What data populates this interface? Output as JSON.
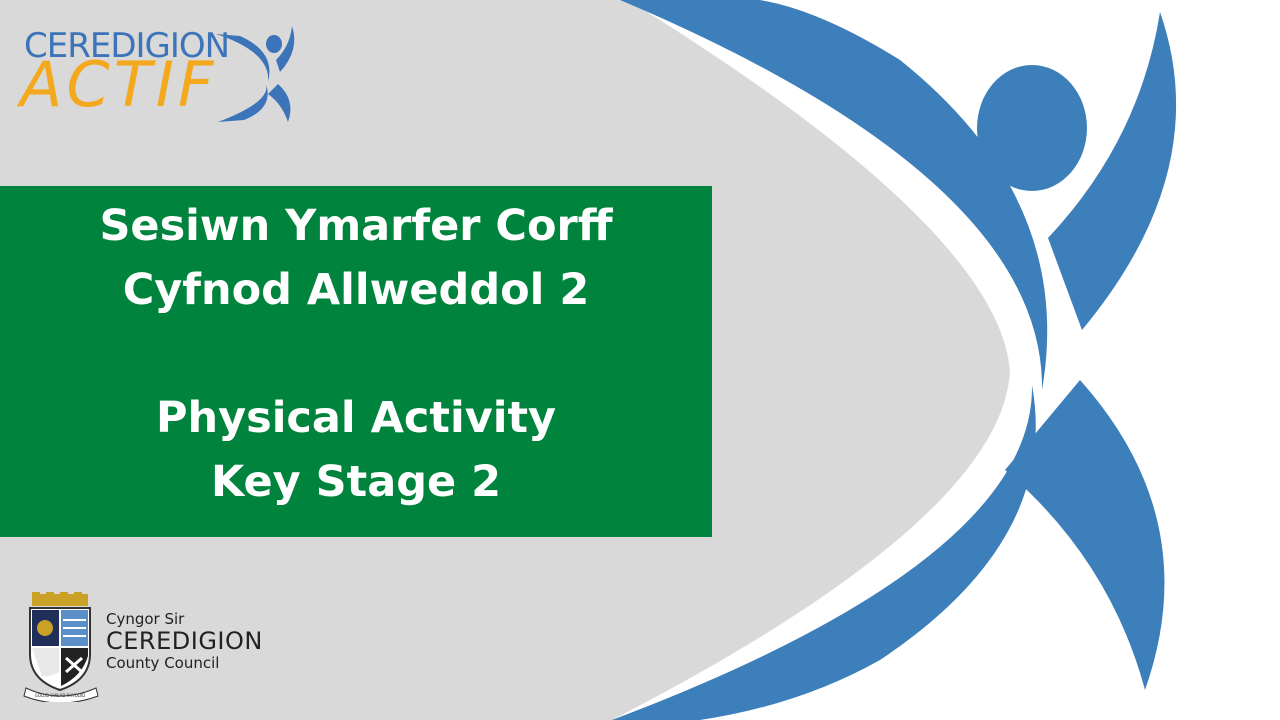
{
  "colors": {
    "grey_bg": "#d9d9d9",
    "green": "#00843d",
    "blue": "#3d7fbb",
    "orange": "#f4a81d",
    "logo_blue": "#3b74b8",
    "white": "#ffffff"
  },
  "logo": {
    "top_word": "CEREDIGION",
    "bottom_word": "ACTIF",
    "figure_icon": "running-figure-icon"
  },
  "title": {
    "welsh_line_1": "Sesiwn Ymarfer Corff",
    "welsh_line_2": "Cyfnod Allweddol 2",
    "english_line_1": "Physical Activity",
    "english_line_2": "Key Stage 2"
  },
  "council": {
    "line_1": "Cyngor Sir",
    "line_2": "CEREDIGION",
    "line_3": "County Council",
    "crest_icon": "council-crest-icon",
    "crest_motto": "GOLUD GWLAD RHYDDID"
  }
}
